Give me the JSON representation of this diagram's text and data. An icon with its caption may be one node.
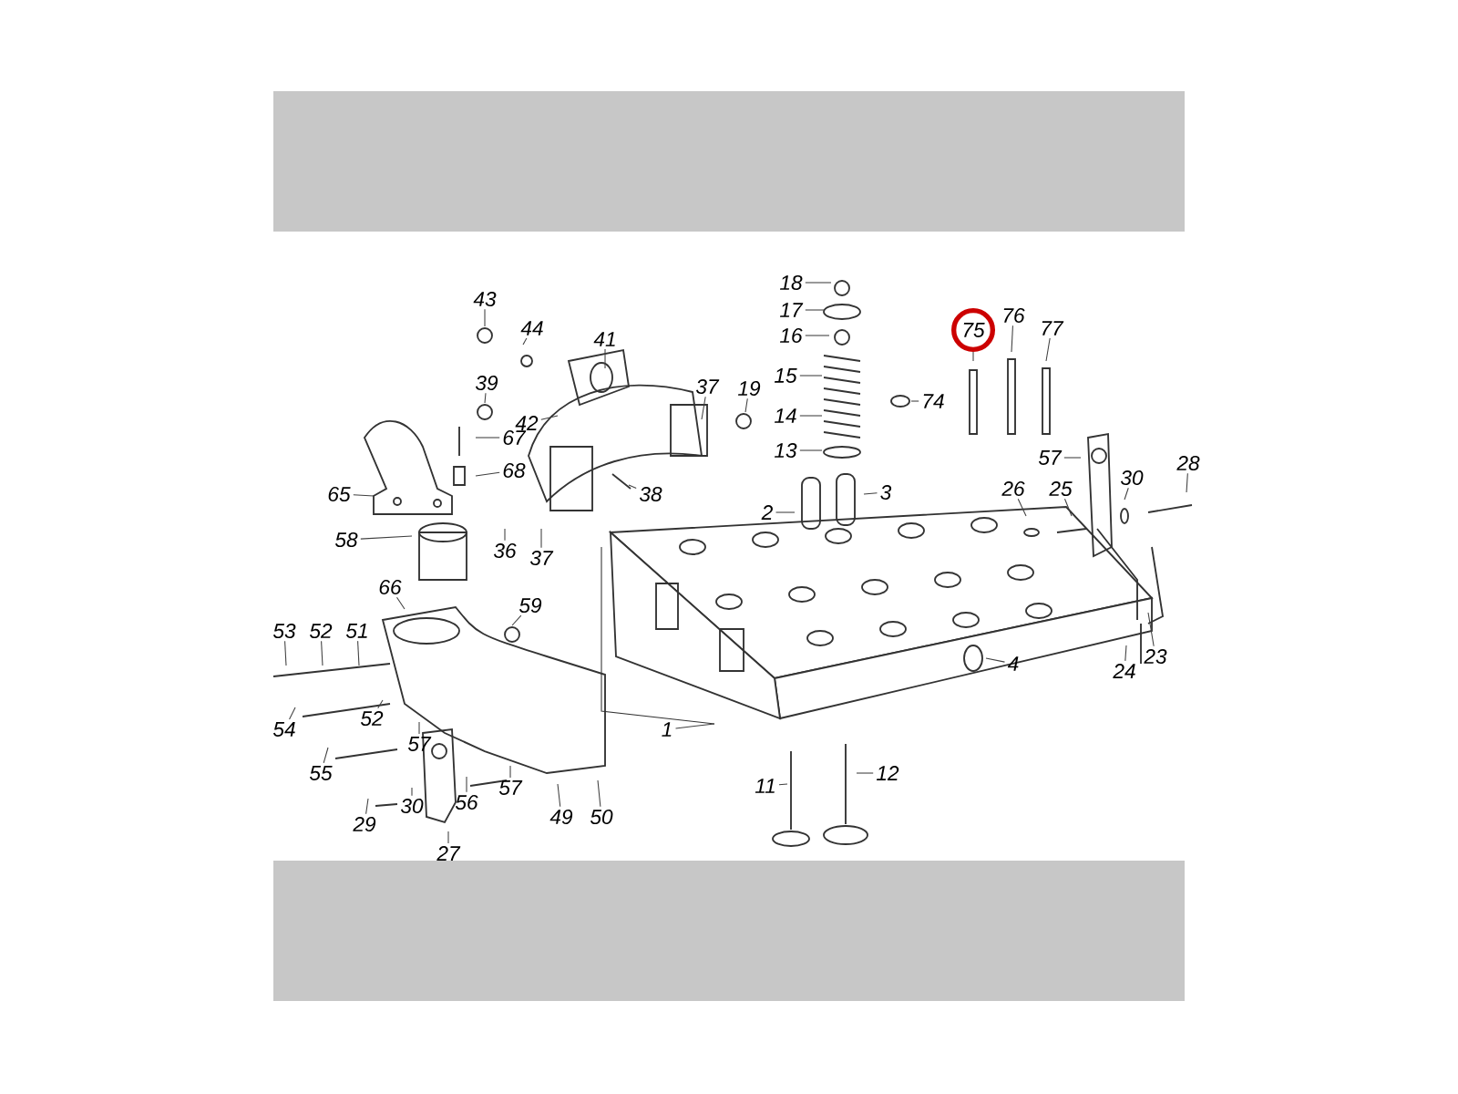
{
  "diagram": {
    "nodes": [
      {
        "text": [
          "18"
        ]
      },
      {
        "text": [
          "17"
        ]
      },
      {
        "text": [
          "43"
        ]
      },
      {
        "text": [
          "75"
        ]
      },
      {
        "text": [
          "76"
        ]
      },
      {
        "text": [
          "77"
        ]
      },
      {
        "text": [
          "16"
        ]
      },
      {
        "text": [
          "44"
        ]
      },
      {
        "text": [
          "41"
        ]
      },
      {
        "text": [
          "15"
        ]
      },
      {
        "text": [
          "39"
        ]
      },
      {
        "text": [
          "37"
        ]
      },
      {
        "text": [
          "19"
        ]
      },
      {
        "text": [
          "74"
        ]
      },
      {
        "text": [
          "14"
        ]
      },
      {
        "text": [
          "42"
        ]
      },
      {
        "text": [
          "67"
        ]
      },
      {
        "text": [
          "13"
        ]
      },
      {
        "text": [
          "57"
        ]
      },
      {
        "text": [
          "68"
        ]
      },
      {
        "text": [
          "28"
        ]
      },
      {
        "text": [
          "30"
        ]
      },
      {
        "text": [
          "26"
        ]
      },
      {
        "text": [
          "25"
        ]
      },
      {
        "text": [
          "3"
        ]
      },
      {
        "text": [
          "65"
        ]
      },
      {
        "text": [
          "38"
        ]
      },
      {
        "text": [
          "2"
        ]
      },
      {
        "text": [
          "58"
        ]
      },
      {
        "text": [
          "36"
        ]
      },
      {
        "text": [
          "37"
        ]
      },
      {
        "text": [
          "66"
        ]
      },
      {
        "text": [
          "59"
        ]
      },
      {
        "text": [
          "51"
        ]
      },
      {
        "text": [
          "52"
        ]
      },
      {
        "text": [
          "53"
        ]
      },
      {
        "text": [
          "23"
        ]
      },
      {
        "text": [
          "4"
        ]
      },
      {
        "text": [
          "24"
        ]
      },
      {
        "text": [
          "52"
        ]
      },
      {
        "text": [
          "54"
        ]
      },
      {
        "text": [
          "1"
        ]
      },
      {
        "text": [
          "57"
        ]
      },
      {
        "text": [
          "55"
        ]
      },
      {
        "text": [
          "12"
        ]
      },
      {
        "text": [
          "56"
        ]
      },
      {
        "text": [
          "57"
        ]
      },
      {
        "text": [
          "11"
        ]
      },
      {
        "text": [
          "30"
        ]
      },
      {
        "text": [
          "29"
        ]
      },
      {
        "text": [
          "49"
        ]
      },
      {
        "text": [
          "50"
        ]
      },
      {
        "text": [
          "27"
        ]
      }
    ],
    "edges": [
      {
        "from": 0,
        "to": null,
        "arrow": "none"
      },
      {
        "from": 1,
        "to": null,
        "arrow": "none"
      },
      {
        "from": 2,
        "to": null,
        "arrow": "none"
      },
      {
        "from": 3,
        "to": null,
        "arrow": "none"
      },
      {
        "from": 4,
        "to": null,
        "arrow": "none"
      },
      {
        "from": 5,
        "to": null,
        "arrow": "none"
      },
      {
        "from": 6,
        "to": null,
        "arrow": "none"
      },
      {
        "from": 7,
        "to": null,
        "arrow": "none"
      },
      {
        "from": 8,
        "to": null,
        "arrow": "none"
      },
      {
        "from": 9,
        "to": null,
        "arrow": "none"
      },
      {
        "from": 10,
        "to": null,
        "arrow": "none"
      },
      {
        "from": 11,
        "to": null,
        "arrow": "none"
      },
      {
        "from": 12,
        "to": null,
        "arrow": "none"
      },
      {
        "from": 13,
        "to": null,
        "arrow": "none"
      },
      {
        "from": 14,
        "to": null,
        "arrow": "none"
      },
      {
        "from": 15,
        "to": null,
        "arrow": "none"
      },
      {
        "from": 16,
        "to": null,
        "arrow": "none"
      },
      {
        "from": 17,
        "to": null,
        "arrow": "none"
      },
      {
        "from": 18,
        "to": null,
        "arrow": "none"
      },
      {
        "from": 19,
        "to": null,
        "arrow": "none"
      },
      {
        "from": 20,
        "to": null,
        "arrow": "none"
      },
      {
        "from": 21,
        "to": null,
        "arrow": "none"
      },
      {
        "from": 22,
        "to": null,
        "arrow": "none"
      },
      {
        "from": 23,
        "to": null,
        "arrow": "none"
      },
      {
        "from": 24,
        "to": null,
        "arrow": "none"
      },
      {
        "from": 25,
        "to": null,
        "arrow": "none"
      },
      {
        "from": 26,
        "to": null,
        "arrow": "none"
      },
      {
        "from": 27,
        "to": null,
        "arrow": "none"
      },
      {
        "from": 28,
        "to": null,
        "arrow": "none"
      },
      {
        "from": 29,
        "to": null,
        "arrow": "none"
      },
      {
        "from": 30,
        "to": null,
        "arrow": "none"
      },
      {
        "from": 31,
        "to": null,
        "arrow": "none"
      },
      {
        "from": 32,
        "to": null,
        "arrow": "none"
      },
      {
        "from": 33,
        "to": null,
        "arrow": "none"
      },
      {
        "from": 34,
        "to": null,
        "arrow": "none"
      },
      {
        "from": 35,
        "to": null,
        "arrow": "none"
      },
      {
        "from": 36,
        "to": null,
        "arrow": "none"
      },
      {
        "from": 37,
        "to": null,
        "arrow": "none"
      },
      {
        "from": 38,
        "to": null,
        "arrow": "none"
      },
      {
        "from": 39,
        "to": null,
        "arrow": "none"
      },
      {
        "from": 40,
        "to": null,
        "arrow": "none"
      },
      {
        "from": 41,
        "to": null,
        "arrow": "none"
      },
      {
        "from": 42,
        "to": null,
        "arrow": "none"
      },
      {
        "from": 43,
        "to": null,
        "arrow": "none"
      },
      {
        "from": 44,
        "to": null,
        "arrow": "none"
      },
      {
        "from": 45,
        "to": null,
        "arrow": "none"
      },
      {
        "from": 46,
        "to": null,
        "arrow": "none"
      },
      {
        "from": 47,
        "to": null,
        "arrow": "none"
      },
      {
        "from": 48,
        "to": null,
        "arrow": "none"
      },
      {
        "from": 49,
        "to": null,
        "arrow": "none"
      },
      {
        "from": 50,
        "to": null,
        "arrow": "none"
      },
      {
        "from": 51,
        "to": null,
        "arrow": "none"
      },
      {
        "from": 52,
        "to": null,
        "arrow": "none"
      }
    ]
  }
}
